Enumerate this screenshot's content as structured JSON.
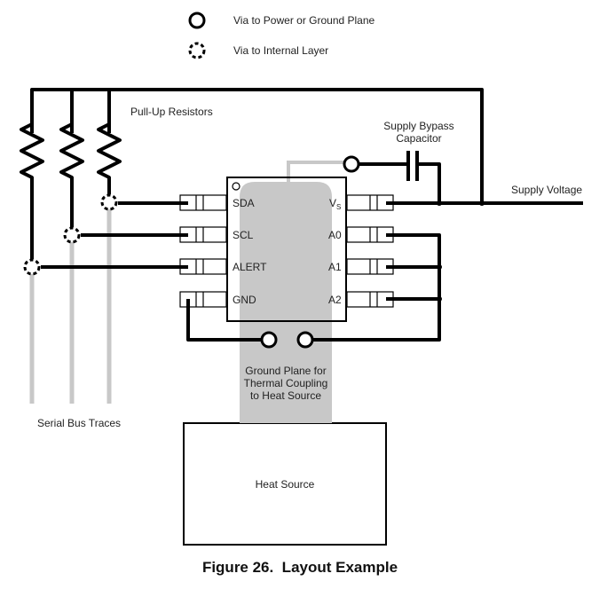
{
  "legend": {
    "power_via": "Via to Power or Ground Plane",
    "internal_via": "Via to Internal Layer"
  },
  "labels": {
    "pull_up_resistors": "Pull-Up Resistors",
    "supply_bypass_capacitor_line1": "Supply Bypass",
    "supply_bypass_capacitor_line2": "Capacitor",
    "supply_voltage": "Supply Voltage",
    "ground_plane_line1": "Ground Plane for",
    "ground_plane_line2": "Thermal Coupling",
    "ground_plane_line3": "to Heat Source",
    "serial_bus_traces": "Serial Bus Traces",
    "heat_source": "Heat Source"
  },
  "chip": {
    "pins_left": [
      "SDA",
      "SCL",
      "ALERT",
      "GND"
    ],
    "vs_main": "V",
    "vs_sub": "S",
    "pins_right": [
      "A0",
      "A1",
      "A2"
    ]
  },
  "figure_caption": "Figure 26.  Layout Example",
  "colors": {
    "trace": "#000000",
    "ground_plane": "#c8c8c8",
    "bus_trace": "#c8c8c8"
  }
}
